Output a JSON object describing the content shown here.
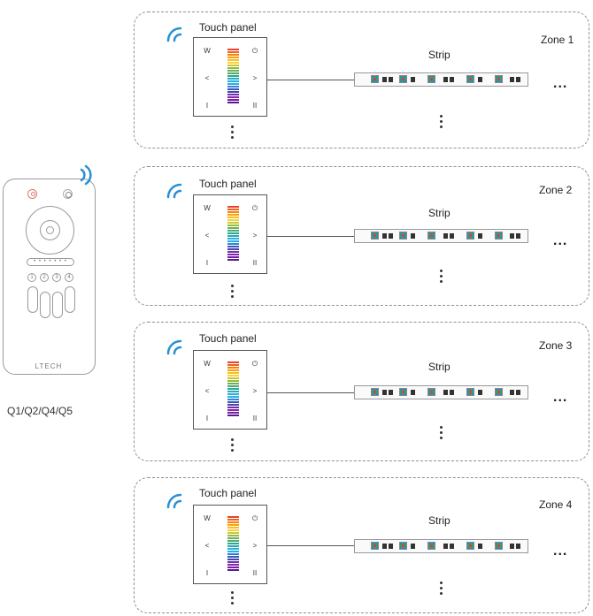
{
  "remote": {
    "brand": "LTECH",
    "model": "Q1/Q2/Q4/Q5",
    "number_buttons": [
      "1",
      "2",
      "3",
      "4"
    ],
    "indicator_dots": "• • • • • • •"
  },
  "zones": [
    {
      "name": "Zone 1",
      "panel_label": "Touch panel",
      "strip_label": "Strip",
      "more": "..."
    },
    {
      "name": "Zone 2",
      "panel_label": "Touch panel",
      "strip_label": "Strip",
      "more": "..."
    },
    {
      "name": "Zone 3",
      "panel_label": "Touch panel",
      "strip_label": "Strip",
      "more": "..."
    },
    {
      "name": "Zone 4",
      "panel_label": "Touch panel",
      "strip_label": "Strip",
      "more": "..."
    }
  ],
  "panel_keys": {
    "w": "W",
    "power": "⏻",
    "left": "<",
    "right": ">",
    "i": "I",
    "ii": "II"
  },
  "colors": {
    "wifi": "#2b8fd6",
    "border": "#8f8f8f"
  }
}
